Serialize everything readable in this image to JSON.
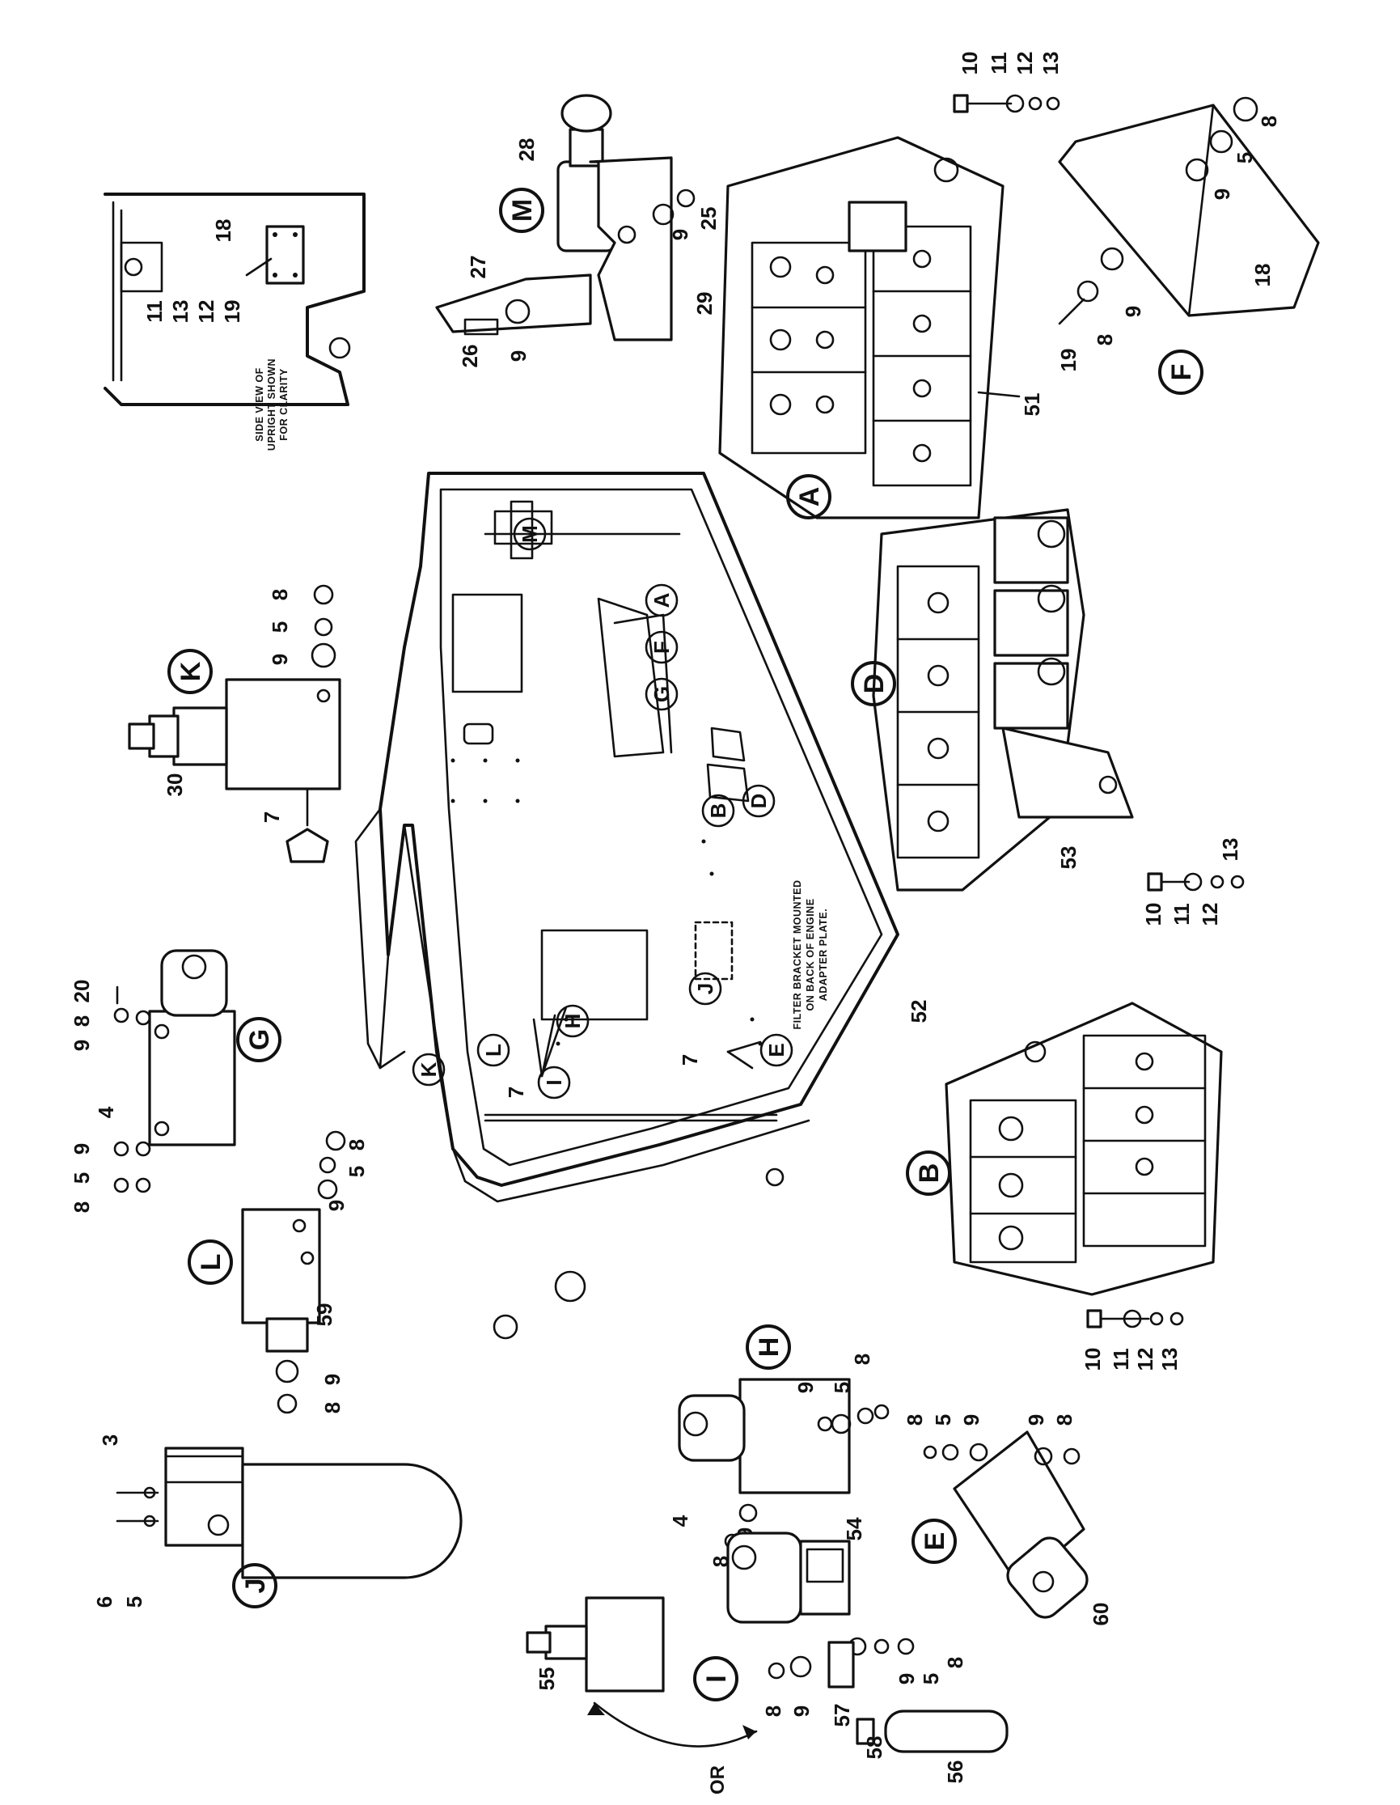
{
  "component_letters": {
    "A": "A",
    "B": "B",
    "D": "D",
    "E": "E",
    "F": "F",
    "G": "G",
    "H": "H",
    "I": "I",
    "J": "J",
    "K": "K",
    "L": "L",
    "M": "M"
  },
  "notes": {
    "side_view_1": "SIDE VIEW OF",
    "side_view_2": "UPRIGHT SHOWN",
    "side_view_3": "FOR CLARITY",
    "filter_1": "FILTER BRACKET MOUNTED",
    "filter_2": "ON BACK OF ENGINE",
    "filter_3": "ADAPTER PLATE.",
    "or": "OR"
  },
  "part_numbers": {
    "p3": "3",
    "p4": "4",
    "p5": "5",
    "p6": "6",
    "p7": "7",
    "p8": "8",
    "p9": "9",
    "p10": "10",
    "p11": "11",
    "p12": "12",
    "p13": "13",
    "p18": "18",
    "p19": "19",
    "p20": "20",
    "p25": "25",
    "p26": "26",
    "p27": "27",
    "p28": "28",
    "p29": "29",
    "p30": "30",
    "p51": "51",
    "p52": "52",
    "p53": "53",
    "p54": "54",
    "p55": "55",
    "p56": "56",
    "p57": "57",
    "p58": "58",
    "p59": "59",
    "p60": "60"
  }
}
